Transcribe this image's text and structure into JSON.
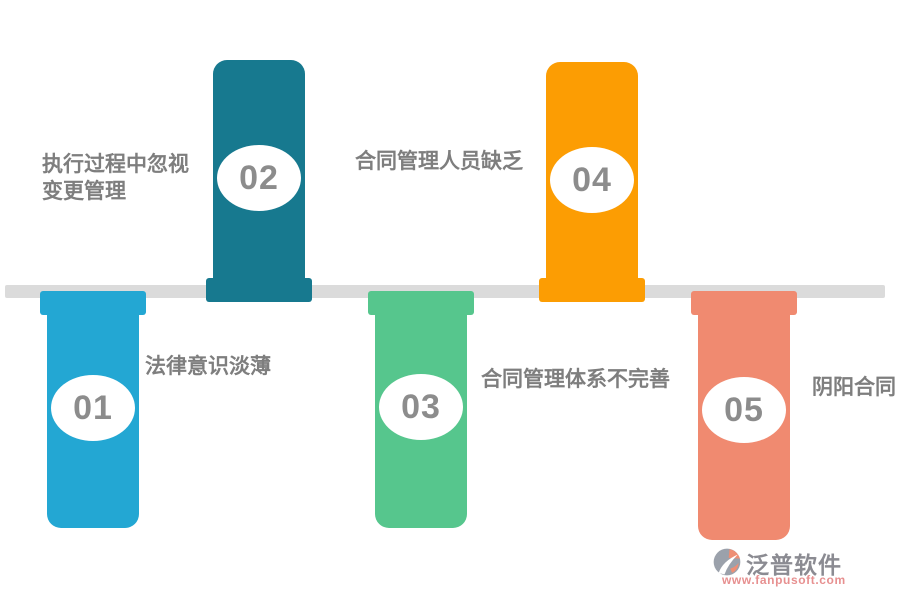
{
  "diagram": {
    "type": "timeline-pillars",
    "timeline_color": "#DBDBDB",
    "items": [
      {
        "number": "01",
        "label": "法律意识淡薄",
        "color": "#23A7D3",
        "position": "below"
      },
      {
        "number": "02",
        "label": "执行过程中忽视\n变更管理",
        "color": "#17798F",
        "position": "above"
      },
      {
        "number": "03",
        "label": "合同管理体系不完善",
        "color": "#56C68D",
        "position": "below"
      },
      {
        "number": "04",
        "label": "合同管理人员缺乏",
        "color": "#FC9D03",
        "position": "above"
      },
      {
        "number": "05",
        "label": "阴阳合同",
        "color": "#F08A70",
        "position": "below"
      }
    ],
    "number_text_color": "#8C8C8C",
    "label_text_color": "#7E7E7E"
  },
  "watermark": {
    "brand": "泛普软件",
    "url": "www.fanpusoft.com",
    "brand_color": "#8B8B92",
    "url_color": "#E79090"
  }
}
